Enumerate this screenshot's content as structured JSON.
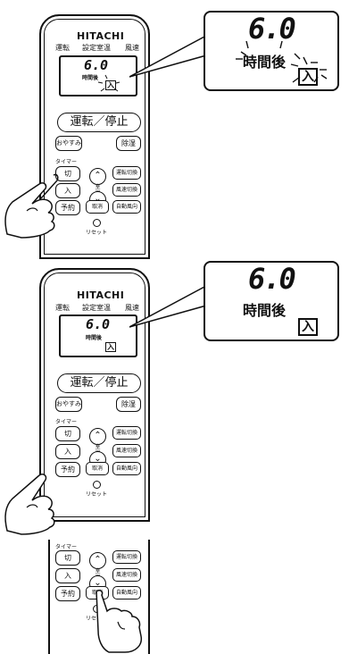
{
  "remote": {
    "brand": "HITACHI",
    "header": {
      "mode": "運転",
      "temp": "設定室温",
      "fan": "風速"
    },
    "display_number": "6.0",
    "display_hours": "時間後",
    "display_on_icon": "入",
    "run_stop": "運転／停止",
    "sleep": "おやすみ",
    "dehumidify": "除湿",
    "timer_label": "タイマー",
    "off": "切",
    "on": "入",
    "reserve": "予約",
    "temp_vertical": "室温",
    "mode_switch": "運転切換",
    "fan_switch": "風速切換",
    "cancel": "取消",
    "auto_vent": "自動風向",
    "reset": "リセット",
    "up_arrow": "⌃",
    "down_arrow": "⌄"
  },
  "callouts": [
    {
      "number": "6.0",
      "hours": "時間後",
      "on_icon": "入",
      "state": "blinking"
    },
    {
      "number": "6.0",
      "hours": "時間後",
      "on_icon": "入",
      "state": "steady"
    }
  ],
  "icons": {
    "hand": "pointing-hand-icon",
    "sparkle": "blink-rays-icon"
  }
}
